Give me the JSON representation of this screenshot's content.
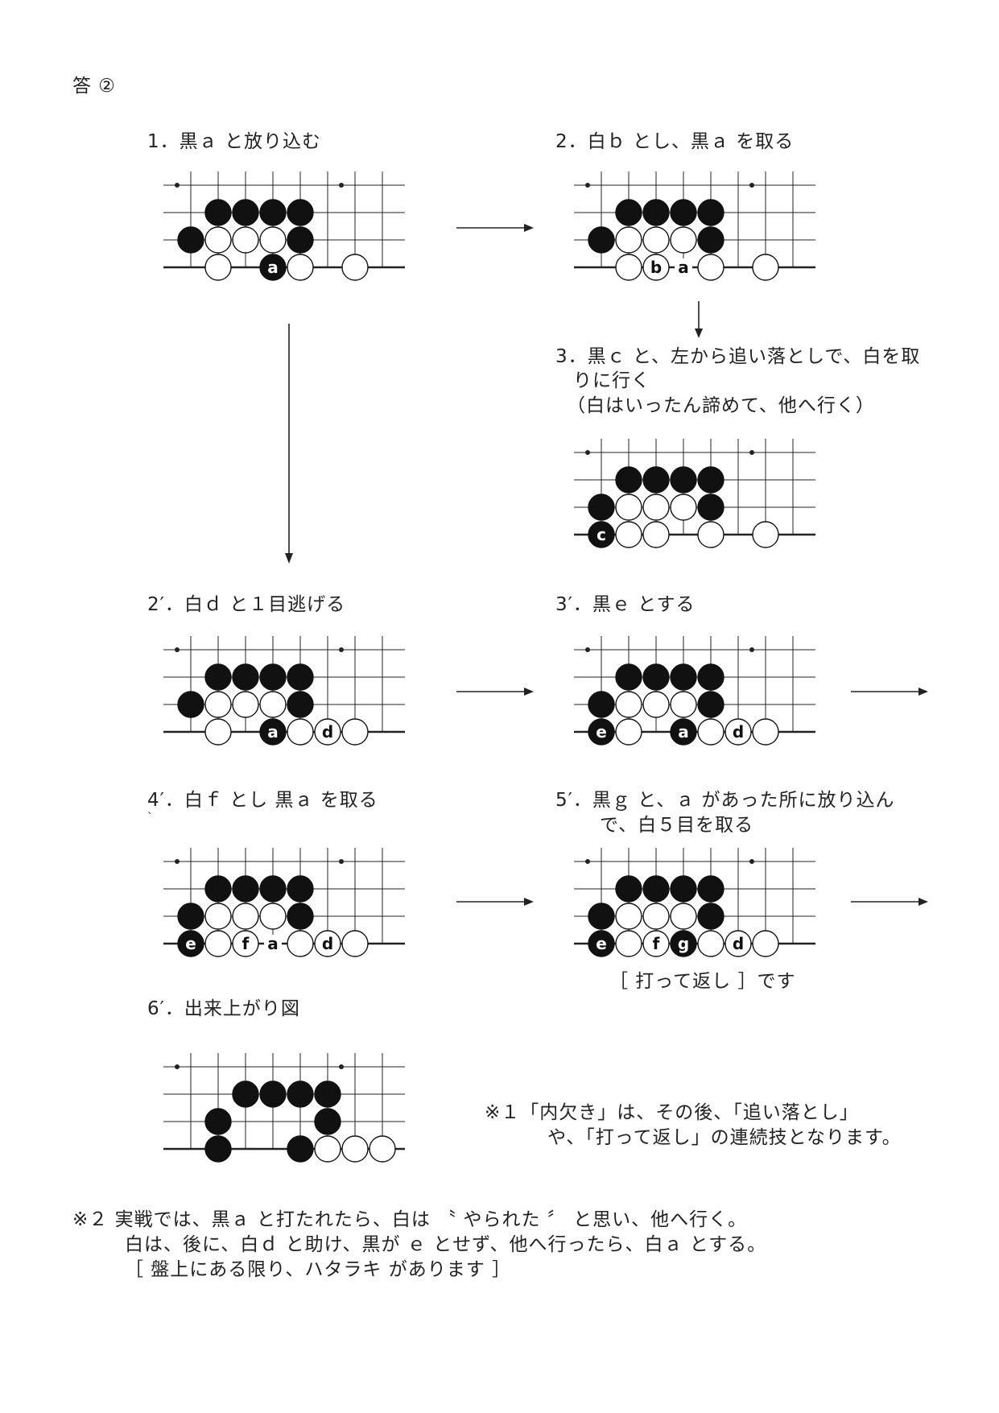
{
  "answer_heading": "答 ②",
  "steps": {
    "s1": "1．黒ａ と放り込む",
    "s2": "2．白ｂ とし、黒ａ を取る",
    "s3_line1": "3．黒ｃ と、左から追い落としで、白を取",
    "s3_line2": "りに行く",
    "s3_line3": "（白はいったん諦めて、他へ行く）",
    "s2p": "2′．白ｄ と１目逃げる",
    "s3p": "3′．黒ｅ とする",
    "s4p": "4′．白ｆ とし 黒ａ を取る",
    "s4p_mark": "`",
    "s5p_line1": "5′．黒ｇ と、ａ があった所に放り込ん",
    "s5p_line2": "で、白５目を取る",
    "s5p_note": "［ 打って返し ］です",
    "s6p": "6′．出来上がり図"
  },
  "note1": {
    "line1": "※１「内欠き」は、その後、「追い落とし」",
    "line2": "や、「打って返し」の連続技となります。"
  },
  "note2": {
    "line1": "※２ 実戦では、黒ａ と打たれたら、白は 〝 やられた 〞 と思い、他へ行く。",
    "line2": "白は、後に、白ｄ と助け、黒が ｅ とせず、他へ行ったら、白ａ とする。",
    "line3": "［ 盤上にある限り、ハタラキ があります ］"
  },
  "diagrams": {
    "d1": {
      "stones": [
        {
          "col": 2,
          "row": 1,
          "color": "black"
        },
        {
          "col": 3,
          "row": 1,
          "color": "black"
        },
        {
          "col": 4,
          "row": 1,
          "color": "black"
        },
        {
          "col": 5,
          "row": 1,
          "color": "black"
        },
        {
          "col": 1,
          "row": 2,
          "color": "black"
        },
        {
          "col": 2,
          "row": 2,
          "color": "white"
        },
        {
          "col": 3,
          "row": 2,
          "color": "white"
        },
        {
          "col": 4,
          "row": 2,
          "color": "white"
        },
        {
          "col": 5,
          "row": 2,
          "color": "black"
        },
        {
          "col": 2,
          "row": 3,
          "color": "white"
        },
        {
          "col": 4,
          "row": 3,
          "color": "black",
          "label": "a"
        },
        {
          "col": 5,
          "row": 3,
          "color": "white"
        },
        {
          "col": 7,
          "row": 3,
          "color": "white"
        }
      ]
    },
    "d2": {
      "stones": [
        {
          "col": 2,
          "row": 1,
          "color": "black"
        },
        {
          "col": 3,
          "row": 1,
          "color": "black"
        },
        {
          "col": 4,
          "row": 1,
          "color": "black"
        },
        {
          "col": 5,
          "row": 1,
          "color": "black"
        },
        {
          "col": 1,
          "row": 2,
          "color": "black"
        },
        {
          "col": 2,
          "row": 2,
          "color": "white"
        },
        {
          "col": 3,
          "row": 2,
          "color": "white"
        },
        {
          "col": 4,
          "row": 2,
          "color": "white"
        },
        {
          "col": 5,
          "row": 2,
          "color": "black"
        },
        {
          "col": 2,
          "row": 3,
          "color": "white"
        },
        {
          "col": 3,
          "row": 3,
          "color": "white",
          "label": "b"
        },
        {
          "col": 4,
          "row": 3,
          "color": "none",
          "label": "a"
        },
        {
          "col": 5,
          "row": 3,
          "color": "white"
        },
        {
          "col": 7,
          "row": 3,
          "color": "white"
        }
      ]
    },
    "d3": {
      "stones": [
        {
          "col": 2,
          "row": 1,
          "color": "black"
        },
        {
          "col": 3,
          "row": 1,
          "color": "black"
        },
        {
          "col": 4,
          "row": 1,
          "color": "black"
        },
        {
          "col": 5,
          "row": 1,
          "color": "black"
        },
        {
          "col": 1,
          "row": 2,
          "color": "black"
        },
        {
          "col": 2,
          "row": 2,
          "color": "white"
        },
        {
          "col": 3,
          "row": 2,
          "color": "white"
        },
        {
          "col": 4,
          "row": 2,
          "color": "white"
        },
        {
          "col": 5,
          "row": 2,
          "color": "black"
        },
        {
          "col": 1,
          "row": 3,
          "color": "black",
          "label": "c"
        },
        {
          "col": 2,
          "row": 3,
          "color": "white"
        },
        {
          "col": 3,
          "row": 3,
          "color": "white"
        },
        {
          "col": 5,
          "row": 3,
          "color": "white"
        },
        {
          "col": 7,
          "row": 3,
          "color": "white"
        }
      ]
    },
    "d4": {
      "stones": [
        {
          "col": 2,
          "row": 1,
          "color": "black"
        },
        {
          "col": 3,
          "row": 1,
          "color": "black"
        },
        {
          "col": 4,
          "row": 1,
          "color": "black"
        },
        {
          "col": 5,
          "row": 1,
          "color": "black"
        },
        {
          "col": 1,
          "row": 2,
          "color": "black"
        },
        {
          "col": 2,
          "row": 2,
          "color": "white"
        },
        {
          "col": 3,
          "row": 2,
          "color": "white"
        },
        {
          "col": 4,
          "row": 2,
          "color": "white"
        },
        {
          "col": 5,
          "row": 2,
          "color": "black"
        },
        {
          "col": 2,
          "row": 3,
          "color": "white"
        },
        {
          "col": 4,
          "row": 3,
          "color": "black",
          "label": "a"
        },
        {
          "col": 5,
          "row": 3,
          "color": "white"
        },
        {
          "col": 6,
          "row": 3,
          "color": "white",
          "label": "d"
        },
        {
          "col": 7,
          "row": 3,
          "color": "white"
        }
      ]
    },
    "d5": {
      "stones": [
        {
          "col": 2,
          "row": 1,
          "color": "black"
        },
        {
          "col": 3,
          "row": 1,
          "color": "black"
        },
        {
          "col": 4,
          "row": 1,
          "color": "black"
        },
        {
          "col": 5,
          "row": 1,
          "color": "black"
        },
        {
          "col": 1,
          "row": 2,
          "color": "black"
        },
        {
          "col": 2,
          "row": 2,
          "color": "white"
        },
        {
          "col": 3,
          "row": 2,
          "color": "white"
        },
        {
          "col": 4,
          "row": 2,
          "color": "white"
        },
        {
          "col": 5,
          "row": 2,
          "color": "black"
        },
        {
          "col": 1,
          "row": 3,
          "color": "black",
          "label": "e"
        },
        {
          "col": 2,
          "row": 3,
          "color": "white"
        },
        {
          "col": 4,
          "row": 3,
          "color": "black",
          "label": "a"
        },
        {
          "col": 5,
          "row": 3,
          "color": "white"
        },
        {
          "col": 6,
          "row": 3,
          "color": "white",
          "label": "d"
        },
        {
          "col": 7,
          "row": 3,
          "color": "white"
        }
      ]
    },
    "d6": {
      "stones": [
        {
          "col": 2,
          "row": 1,
          "color": "black"
        },
        {
          "col": 3,
          "row": 1,
          "color": "black"
        },
        {
          "col": 4,
          "row": 1,
          "color": "black"
        },
        {
          "col": 5,
          "row": 1,
          "color": "black"
        },
        {
          "col": 1,
          "row": 2,
          "color": "black"
        },
        {
          "col": 2,
          "row": 2,
          "color": "white"
        },
        {
          "col": 3,
          "row": 2,
          "color": "white"
        },
        {
          "col": 4,
          "row": 2,
          "color": "white"
        },
        {
          "col": 5,
          "row": 2,
          "color": "black"
        },
        {
          "col": 1,
          "row": 3,
          "color": "black",
          "label": "e"
        },
        {
          "col": 2,
          "row": 3,
          "color": "white"
        },
        {
          "col": 3,
          "row": 3,
          "color": "white",
          "label": "f"
        },
        {
          "col": 4,
          "row": 3,
          "color": "none",
          "label": "a"
        },
        {
          "col": 5,
          "row": 3,
          "color": "white"
        },
        {
          "col": 6,
          "row": 3,
          "color": "white",
          "label": "d"
        },
        {
          "col": 7,
          "row": 3,
          "color": "white"
        }
      ]
    },
    "d7": {
      "stones": [
        {
          "col": 2,
          "row": 1,
          "color": "black"
        },
        {
          "col": 3,
          "row": 1,
          "color": "black"
        },
        {
          "col": 4,
          "row": 1,
          "color": "black"
        },
        {
          "col": 5,
          "row": 1,
          "color": "black"
        },
        {
          "col": 1,
          "row": 2,
          "color": "black"
        },
        {
          "col": 2,
          "row": 2,
          "color": "white"
        },
        {
          "col": 3,
          "row": 2,
          "color": "white"
        },
        {
          "col": 4,
          "row": 2,
          "color": "white"
        },
        {
          "col": 5,
          "row": 2,
          "color": "black"
        },
        {
          "col": 1,
          "row": 3,
          "color": "black",
          "label": "e"
        },
        {
          "col": 2,
          "row": 3,
          "color": "white"
        },
        {
          "col": 3,
          "row": 3,
          "color": "white",
          "label": "f"
        },
        {
          "col": 4,
          "row": 3,
          "color": "black",
          "label": "g"
        },
        {
          "col": 5,
          "row": 3,
          "color": "white"
        },
        {
          "col": 6,
          "row": 3,
          "color": "white",
          "label": "d"
        },
        {
          "col": 7,
          "row": 3,
          "color": "white"
        }
      ]
    },
    "d8": {
      "stones": [
        {
          "col": 3,
          "row": 1,
          "color": "black"
        },
        {
          "col": 4,
          "row": 1,
          "color": "black"
        },
        {
          "col": 5,
          "row": 1,
          "color": "black"
        },
        {
          "col": 6,
          "row": 1,
          "color": "black"
        },
        {
          "col": 2,
          "row": 2,
          "color": "black"
        },
        {
          "col": 6,
          "row": 2,
          "color": "black"
        },
        {
          "col": 2,
          "row": 3,
          "color": "black"
        },
        {
          "col": 5,
          "row": 3,
          "color": "black"
        },
        {
          "col": 6,
          "row": 3,
          "color": "white"
        },
        {
          "col": 7,
          "row": 3,
          "color": "white"
        },
        {
          "col": 8,
          "row": 3,
          "color": "white"
        }
      ]
    }
  }
}
